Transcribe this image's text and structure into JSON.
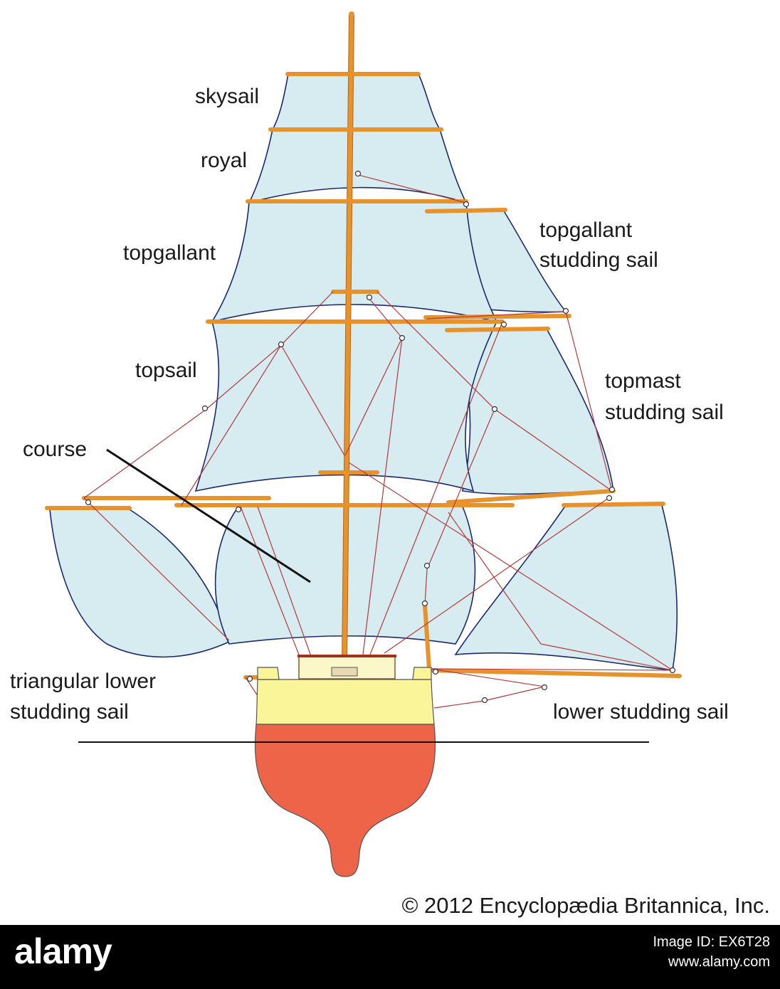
{
  "labels": {
    "skysail": "skysail",
    "royal": "royal",
    "topgallant": "topgallant",
    "topgallant_studding_1": "topgallant",
    "topgallant_studding_2": "studding sail",
    "topsail": "topsail",
    "topmast_studding_1": "topmast",
    "topmast_studding_2": "studding sail",
    "course": "course",
    "triangular_lower_1": "triangular lower",
    "triangular_lower_2": "studding sail",
    "lower_studding": "lower studding sail"
  },
  "credit": "© 2012 Encyclopædia Britannica, Inc.",
  "watermark": {
    "logo": "alamy",
    "image_id": "Image ID: EX6T28",
    "url": "www.alamy.com"
  },
  "colors": {
    "sail_fill": "#d6ecf0",
    "sail_edge": "#1b2a6e",
    "spar": "#e8922c",
    "rigging": "#b33a3a",
    "hull_upper": "#fbf59a",
    "hull_lower": "#ee6448",
    "waterline": "#111111"
  }
}
